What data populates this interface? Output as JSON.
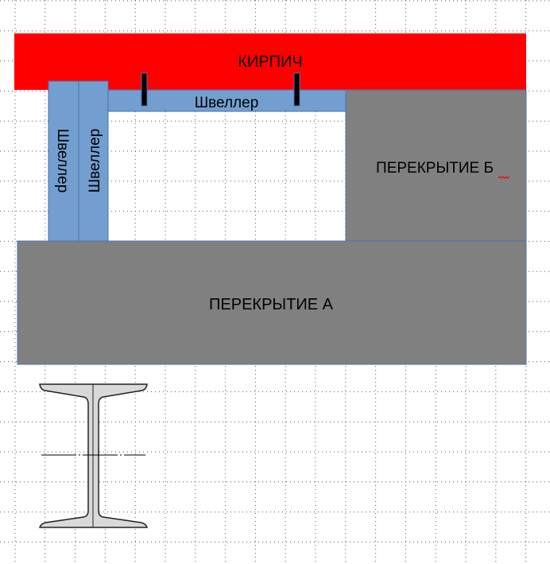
{
  "labels": {
    "brick": "КИРПИЧ",
    "channel_horizontal": "Швеллер",
    "channel_vertical_left": "Швеллер",
    "channel_vertical_right": "Швеллер",
    "slab_b": "ПЕРЕКРЫТИЕ Б",
    "slab_a": "ПЕРЕКРЫТИЕ А"
  },
  "colors": {
    "brick": "#ff0000",
    "channel": "#729fcf",
    "channel_border": "#4a72b0",
    "slab": "#808080",
    "beam_fill": "#d9d9d9"
  }
}
